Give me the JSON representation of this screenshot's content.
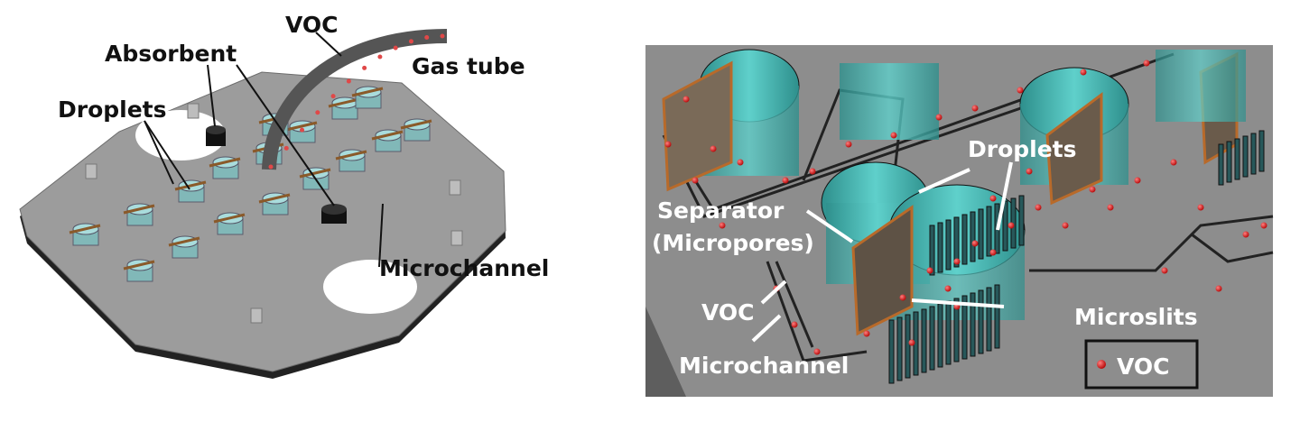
{
  "left_panel": {
    "labels": {
      "voc": "VOC",
      "absorbent": "Absorbent",
      "gas_tube": "Gas tube",
      "droplets": "Droplets",
      "microchannel": "Microchannel"
    }
  },
  "right_panel": {
    "labels": {
      "droplets": "Droplets",
      "separator": "Separator",
      "micropores": "(Micropores)",
      "voc": "VOC",
      "microchannel": "Microchannel",
      "microslits": "Microslits"
    },
    "legend": {
      "voc": "VOC"
    }
  },
  "colors": {
    "plate": "#9a9a9a",
    "droplet": "#3fb3b0",
    "voc_particle": "#d81e1e",
    "separator": "#b86a2a"
  }
}
